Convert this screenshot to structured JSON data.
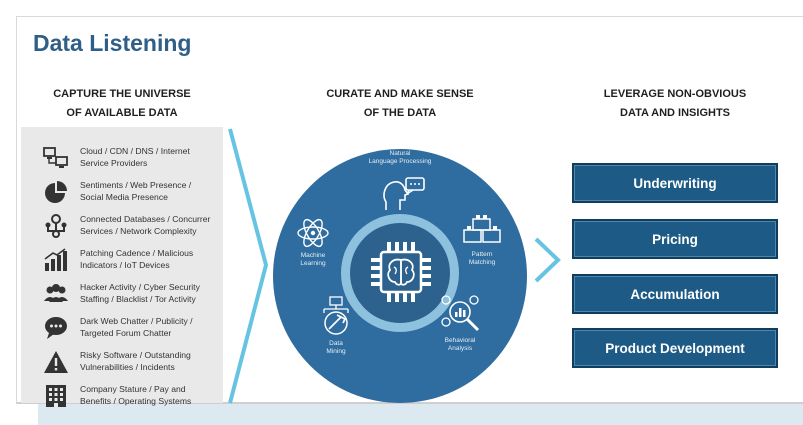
{
  "title": "Data Listening",
  "columns": [
    {
      "line1": "CAPTURE THE UNIVERSE",
      "line2": "OF AVAILABLE DATA"
    },
    {
      "line1": "CURATE AND MAKE SENSE",
      "line2": "OF THE DATA"
    },
    {
      "line1": "LEVERAGE NON-OBVIOUS",
      "line2": "DATA AND INSIGHTS"
    }
  ],
  "data_sources": [
    {
      "icon": "network-computers-icon",
      "line1": "Cloud / CDN / DNS / Internet",
      "line2": "Service Providers"
    },
    {
      "icon": "pie-chart-icon",
      "line1": "Sentiments / Web Presence /",
      "line2": "Social Media Presence"
    },
    {
      "icon": "connected-nodes-icon",
      "line1": "Connected Databases / Concurrer",
      "line2": "Services / Network Complexity"
    },
    {
      "icon": "bar-growth-icon",
      "line1": "Patching Cadence / Malicious",
      "line2": "Indicators / IoT Devices"
    },
    {
      "icon": "people-group-icon",
      "line1": "Hacker Activity / Cyber Security",
      "line2": "Staffing / Blacklist / Tor Activity"
    },
    {
      "icon": "chat-bubble-icon",
      "line1": "Dark Web Chatter / Publicity /",
      "line2": "Targeted Forum Chatter"
    },
    {
      "icon": "warning-icon",
      "line1": "Risky Software / Outstanding",
      "line2": "Vulnerabilities / Incidents"
    },
    {
      "icon": "building-icon",
      "line1": "Company Stature / Pay and",
      "line2": "Benefits / Operating Systems"
    }
  ],
  "capabilities": [
    {
      "line1": "Natural",
      "line2": "Language Processing"
    },
    {
      "line1": "Machine",
      "line2": "Learning"
    },
    {
      "line1": "Pattern",
      "line2": "Matching"
    },
    {
      "line1": "Data",
      "line2": "Mining"
    },
    {
      "line1": "Behavioral",
      "line2": "Analysis"
    }
  ],
  "outputs": [
    "Underwriting",
    "Pricing",
    "Accumulation",
    "Product Development"
  ],
  "colors": {
    "title": "#2f5f87",
    "circle": "#2f6c9f",
    "button": "#1d5b86",
    "arrow": "#66c4e2",
    "panel": "#e9e9e9"
  }
}
